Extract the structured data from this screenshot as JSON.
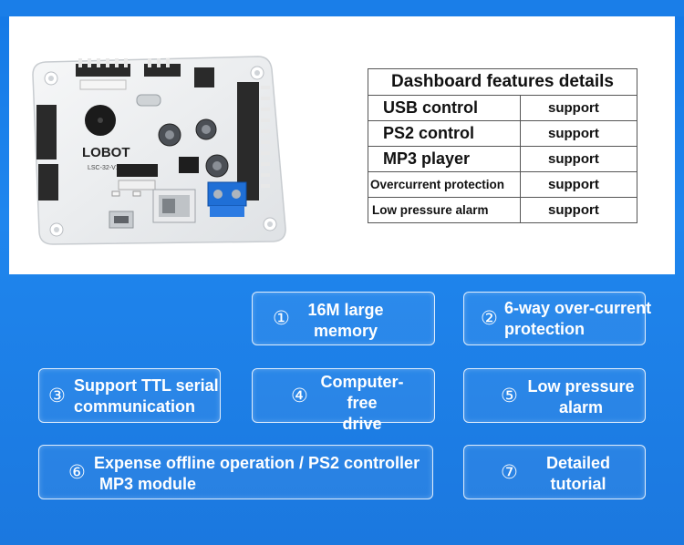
{
  "table": {
    "title": "Dashboard features details",
    "rows": [
      {
        "feature": "USB control",
        "value": "support"
      },
      {
        "feature": "PS2 control",
        "value": "support"
      },
      {
        "feature": "MP3 player",
        "value": "support"
      },
      {
        "feature": "Overcurrent protection",
        "value": "support"
      },
      {
        "feature": "Low pressure alarm",
        "value": "support"
      }
    ]
  },
  "board": {
    "brand": "LOBOT",
    "model": "LSC-32-V1.0"
  },
  "features": [
    {
      "num": "①",
      "line1": "16M large",
      "line2": "memory"
    },
    {
      "num": "②",
      "line1": "6-way over-current",
      "line2": "protection"
    },
    {
      "num": "③",
      "line1": "Support TTL serial",
      "line2": "communication"
    },
    {
      "num": "④",
      "line1": "Computer-free",
      "line2": "drive"
    },
    {
      "num": "⑤",
      "line1": "Low pressure",
      "line2": "alarm"
    },
    {
      "num": "⑥",
      "line1": "Expense offline operation / PS2 controller",
      "line2": "MP3 module"
    },
    {
      "num": "⑦",
      "line1": "Detailed",
      "line2": "tutorial"
    }
  ],
  "colors": {
    "background": "#1b7fe6",
    "panel": "#ffffff",
    "board": "#f2f3f4",
    "terminal": "#1f6fd6"
  }
}
